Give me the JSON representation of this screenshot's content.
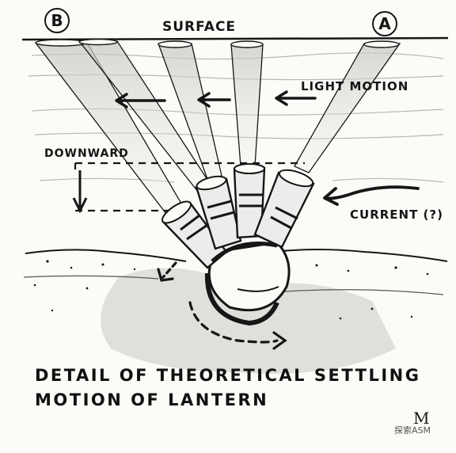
{
  "labels": {
    "b": "B",
    "a": "A",
    "surface": "SURFACE",
    "light_motion": "LIGHT MOTION",
    "downward": "DOWNWARD",
    "current": "CURRENT (?)"
  },
  "caption": {
    "line1": "DETAIL OF THEORETICAL SETTLING",
    "line2": "MOTION OF LANTERN"
  },
  "signature": "M",
  "watermark": "探索ASM",
  "colors": {
    "ink": "#161616",
    "paper": "#fbfbf8",
    "shadow": "#d9d9d6"
  }
}
